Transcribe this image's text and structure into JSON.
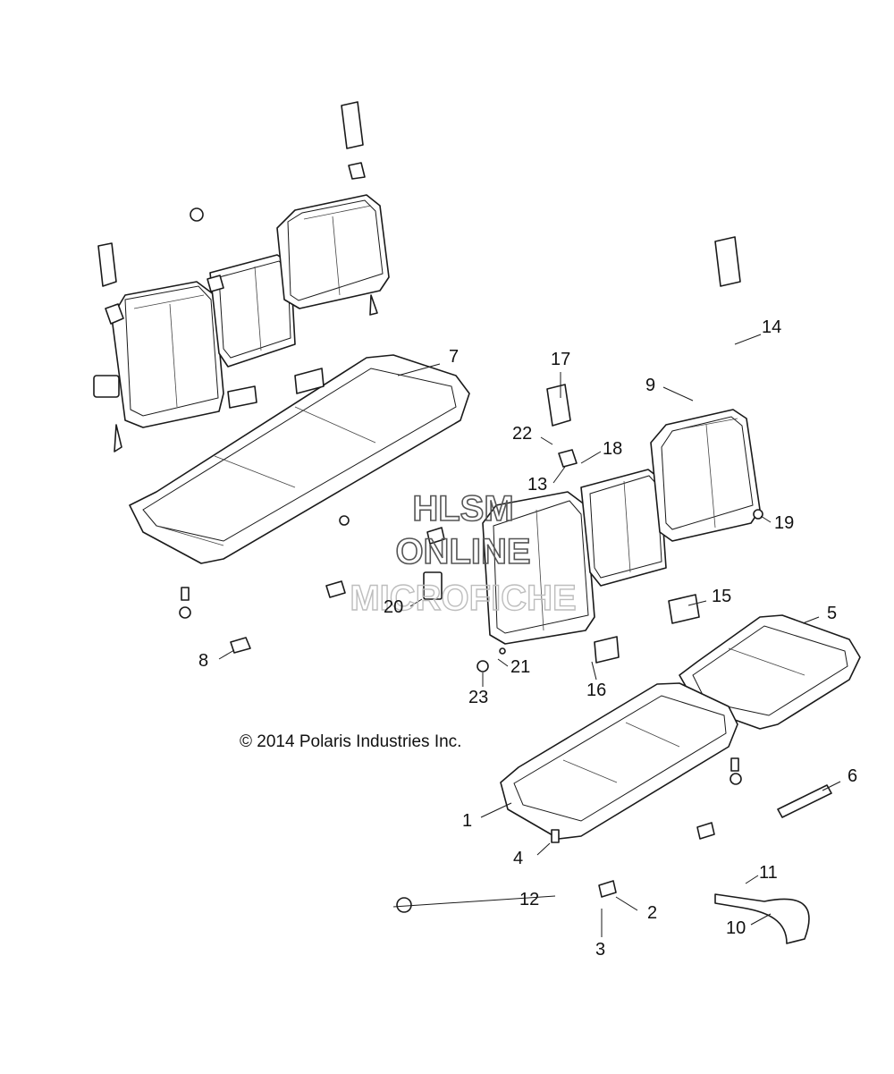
{
  "copyright": "© 2014 Polaris Industries Inc.",
  "watermark": {
    "line1": "HLSM",
    "line2": "ONLINE",
    "line3": "MICROFICHE"
  },
  "callouts": [
    {
      "id": "1",
      "text": "1"
    },
    {
      "id": "2",
      "text": "2"
    },
    {
      "id": "3",
      "text": "3"
    },
    {
      "id": "4",
      "text": "4"
    },
    {
      "id": "5",
      "text": "5"
    },
    {
      "id": "6",
      "text": "6"
    },
    {
      "id": "7",
      "text": "7"
    },
    {
      "id": "8",
      "text": "8"
    },
    {
      "id": "9",
      "text": "9"
    },
    {
      "id": "10",
      "text": "10"
    },
    {
      "id": "11",
      "text": "11"
    },
    {
      "id": "12",
      "text": "12"
    },
    {
      "id": "13",
      "text": "13"
    },
    {
      "id": "14",
      "text": "14"
    },
    {
      "id": "15",
      "text": "15"
    },
    {
      "id": "16",
      "text": "16"
    },
    {
      "id": "17",
      "text": "17"
    },
    {
      "id": "18",
      "text": "18"
    },
    {
      "id": "19",
      "text": "19"
    },
    {
      "id": "20",
      "text": "20"
    },
    {
      "id": "21",
      "text": "21"
    },
    {
      "id": "22",
      "text": "22"
    },
    {
      "id": "23",
      "text": "23"
    }
  ]
}
